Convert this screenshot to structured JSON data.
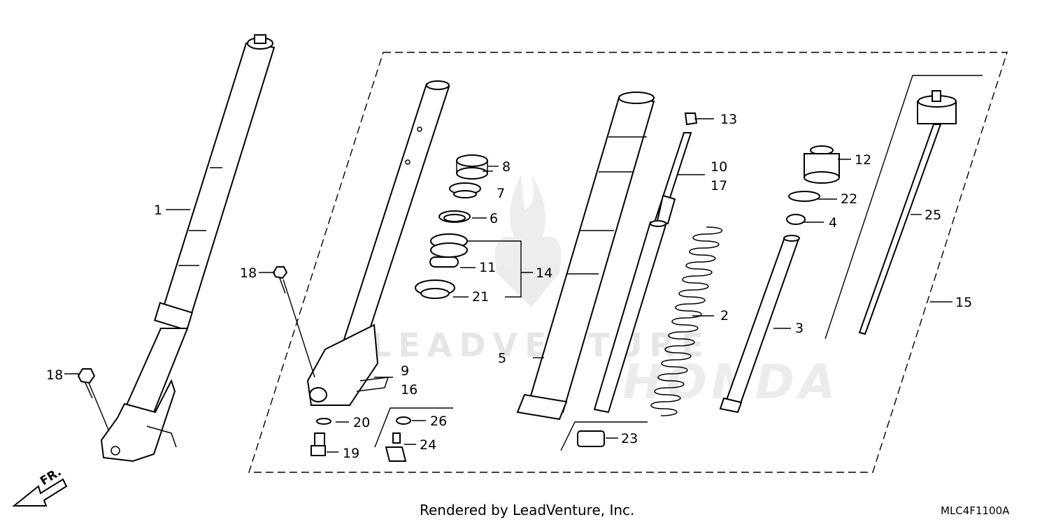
{
  "watermark": {
    "wordmark": "LEADVENTURE",
    "brand": "HONDA"
  },
  "direction_label": "FR.",
  "footer": {
    "credit": "Rendered by LeadVenture, Inc.",
    "diagram_code": "MLC4F1100A"
  },
  "callouts": [
    {
      "id": "c1",
      "num": "1"
    },
    {
      "id": "c2",
      "num": "2"
    },
    {
      "id": "c3",
      "num": "3"
    },
    {
      "id": "c4",
      "num": "4"
    },
    {
      "id": "c5",
      "num": "5"
    },
    {
      "id": "c6",
      "num": "6"
    },
    {
      "id": "c7",
      "num": "7"
    },
    {
      "id": "c8",
      "num": "8"
    },
    {
      "id": "c9",
      "num": "9"
    },
    {
      "id": "c10",
      "num": "10"
    },
    {
      "id": "c11",
      "num": "11"
    },
    {
      "id": "c12",
      "num": "12"
    },
    {
      "id": "c13",
      "num": "13"
    },
    {
      "id": "c14",
      "num": "14"
    },
    {
      "id": "c15",
      "num": "15"
    },
    {
      "id": "c16",
      "num": "16"
    },
    {
      "id": "c17",
      "num": "17"
    },
    {
      "id": "c18a",
      "num": "18"
    },
    {
      "id": "c18b",
      "num": "18"
    },
    {
      "id": "c19",
      "num": "19"
    },
    {
      "id": "c20",
      "num": "20"
    },
    {
      "id": "c21",
      "num": "21"
    },
    {
      "id": "c22",
      "num": "22"
    },
    {
      "id": "c23",
      "num": "23"
    },
    {
      "id": "c24",
      "num": "24"
    },
    {
      "id": "c25",
      "num": "25"
    },
    {
      "id": "c26",
      "num": "26"
    }
  ]
}
